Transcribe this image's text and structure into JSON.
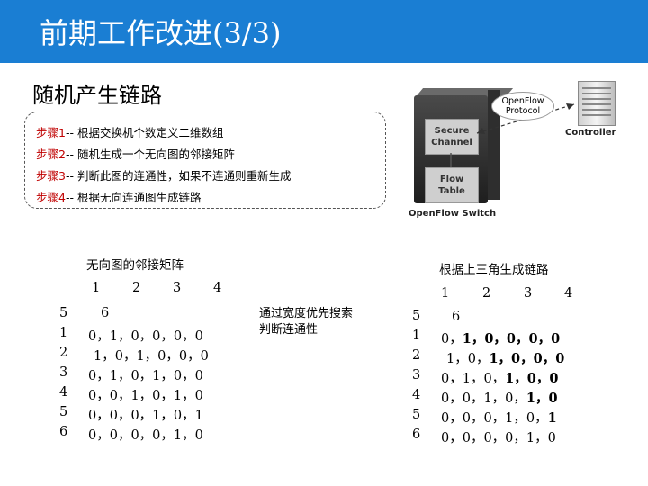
{
  "title": "前期工作改进(3/3)",
  "section_title": "随机产生链路",
  "steps": [
    {
      "key": "步骤1",
      "text": "-- 根据交换机个数定义二维数组"
    },
    {
      "key": "步骤2",
      "text": "-- 随机生成一个无向图的邻接矩阵"
    },
    {
      "key": "步骤3",
      "text": "-- 判断此图的连通性，如果不连通则重新生成"
    },
    {
      "key": "步骤4",
      "text": "-- 根据无向连通图生成链路"
    }
  ],
  "diagram": {
    "secure_channel": "Secure Channel",
    "flow_table": "Flow Table",
    "switch_label": "OpenFlow Switch",
    "protocol_label": "OpenFlow Protocol",
    "controller_label": "Controller",
    "switch_icon": "network-switch-icon",
    "controller_icon": "server-icon",
    "arrow_icon": "double-arrow-icon"
  },
  "left_matrix": {
    "label": "无向图的邻接矩阵",
    "header": [
      "1",
      "2",
      "3",
      "4"
    ],
    "row_labels": [
      "5",
      "1",
      "2",
      "3",
      "4",
      "5",
      "6"
    ],
    "rows": [
      "6",
      "0，1，0，0，0，0",
      "1，0，1，0，0，0",
      "0，1，0，1，0，0",
      "0，0，1，0，1，0",
      "0，0，0，1，0，1",
      "0，0，0，0，1，0"
    ]
  },
  "middle_note": [
    "通过宽度优先搜索",
    "判断连通性"
  ],
  "right_matrix": {
    "label": "根据上三角生成链路",
    "header": [
      "1",
      "2",
      "3",
      "4"
    ],
    "row_labels": [
      "5",
      "1",
      "2",
      "3",
      "4",
      "5",
      "6"
    ],
    "rows": [
      {
        "plain": "6",
        "bold": ""
      },
      {
        "plain": "0，",
        "bold": "1，0，0，0，0"
      },
      {
        "plain": "1，0，",
        "bold": "1，0，0，0"
      },
      {
        "plain": "0，1，0，",
        "bold": "1，0，0"
      },
      {
        "plain": "0，0，1，0，",
        "bold": "1，0"
      },
      {
        "plain": "0，0，0，1，0，",
        "bold": "1"
      },
      {
        "plain": "0，0，0，0，1，0",
        "bold": ""
      }
    ]
  },
  "colors": {
    "title_bar": "#1a7ed3",
    "step_key": "#c00000"
  }
}
